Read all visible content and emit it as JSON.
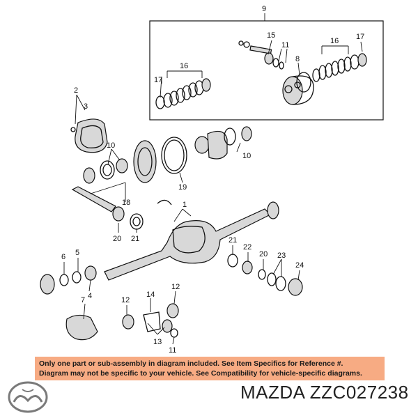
{
  "diagram": {
    "callouts": {
      "c9": "9",
      "c15": "15",
      "c11_top": "11",
      "c16_right": "16",
      "c17_right": "17",
      "c8": "8",
      "c16_left": "16",
      "c17_left": "17",
      "c2": "2",
      "c3": "3",
      "c10_left": "10",
      "c10_right": "10",
      "c19": "19",
      "c18": "18",
      "c1": "1",
      "c20_left": "20",
      "c21_left": "21",
      "c6": "6",
      "c5": "5",
      "c4": "4",
      "c7": "7",
      "c21_right": "21",
      "c22": "22",
      "c20_right": "20",
      "c23": "23",
      "c24": "24",
      "c14": "14",
      "c12_left": "12",
      "c12_right": "12",
      "c13": "13",
      "c11_bottom": "11"
    }
  },
  "notice": {
    "line1": "Only one part or sub-assembly in diagram included. See Item Specifics for Reference #.",
    "line2": "Diagram may not be specific to your vehicle. See Compatibility for vehicle-specific diagrams."
  },
  "brand": {
    "logo_icon": "mazda-logo-icon",
    "part_label": "MAZDA ZZC027238"
  },
  "colors": {
    "notice_background": "#f7ab83",
    "line_art": "#111111"
  }
}
